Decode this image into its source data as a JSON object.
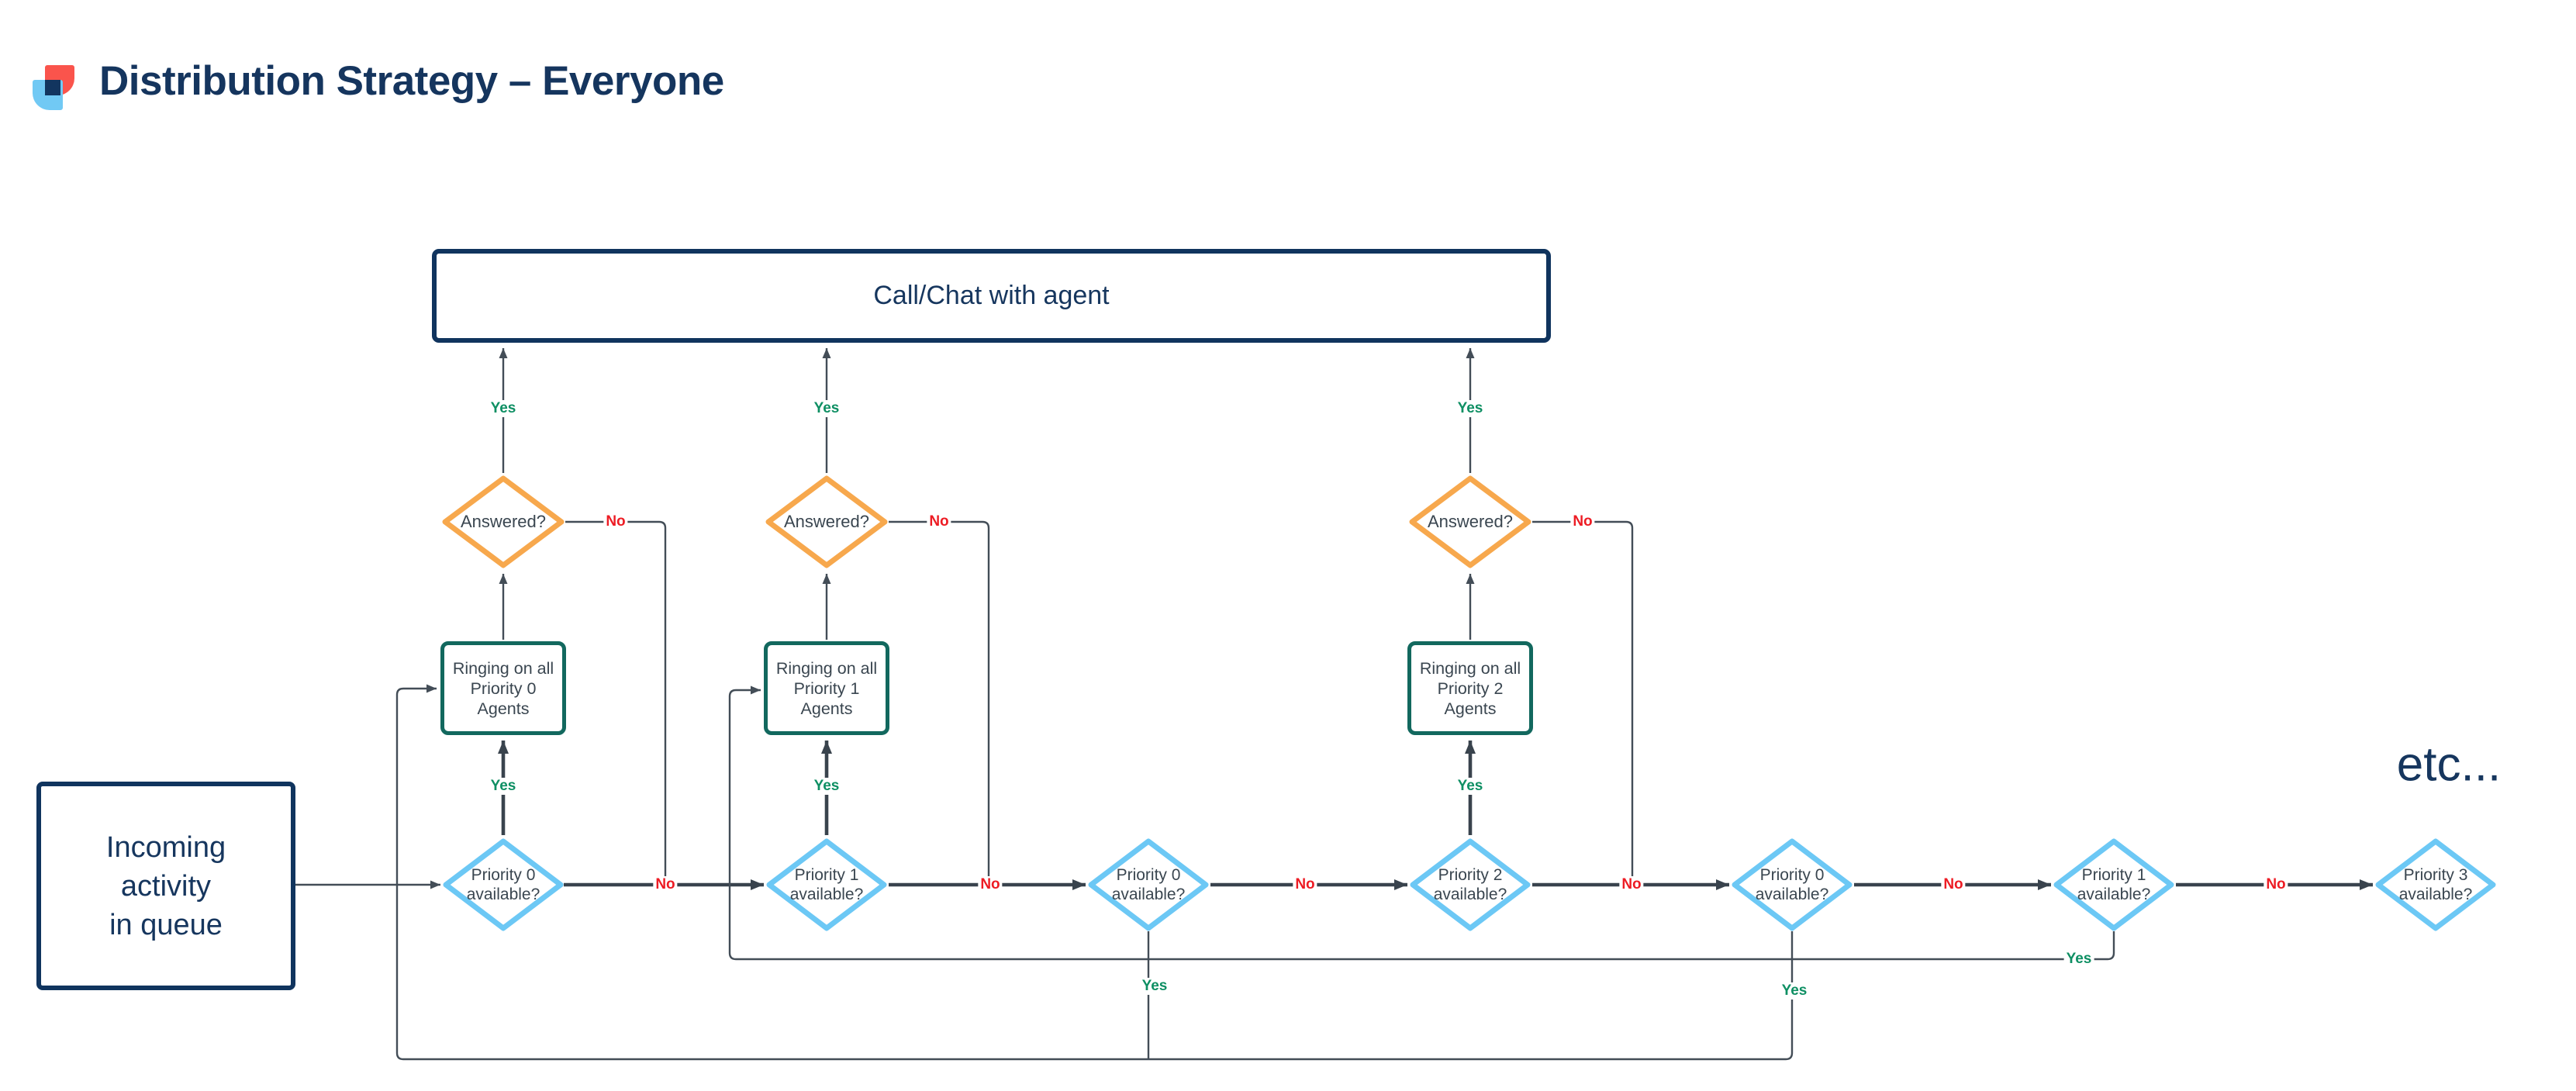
{
  "title": "Distribution Strategy – Everyone",
  "icons": {
    "brand_logo": "overlapping-rounded-squares-logo"
  },
  "nodes": {
    "call_chat": "Call/Chat with agent",
    "incoming_queue": "Incoming\nactivity\nin queue",
    "answered": "Answered?",
    "ringing": [
      "Ringing on all\nPriority 0\nAgents",
      "Ringing on all\nPriority 1\nAgents",
      "Ringing on all\nPriority 2\nAgents"
    ],
    "availability": [
      "Priority 0\navailable?",
      "Priority 1\navailable?",
      "Priority 0\navailable?",
      "Priority 2\navailable?",
      "Priority 0\navailable?",
      "Priority 1\navailable?",
      "Priority 3\navailable?"
    ],
    "etc": "etc..."
  },
  "edge_labels": {
    "yes": "Yes",
    "no": "No"
  },
  "colors": {
    "navy": "#10345E",
    "diamond_orange": "#F7A84D",
    "diamond_blue": "#6CC8F5",
    "box_teal": "#12685E",
    "yes_green": "#0E8F63",
    "no_red": "#ED1C24",
    "connector_gray": "#434D57",
    "logo_red": "#FA544C",
    "logo_blue": "#71C9F4"
  }
}
